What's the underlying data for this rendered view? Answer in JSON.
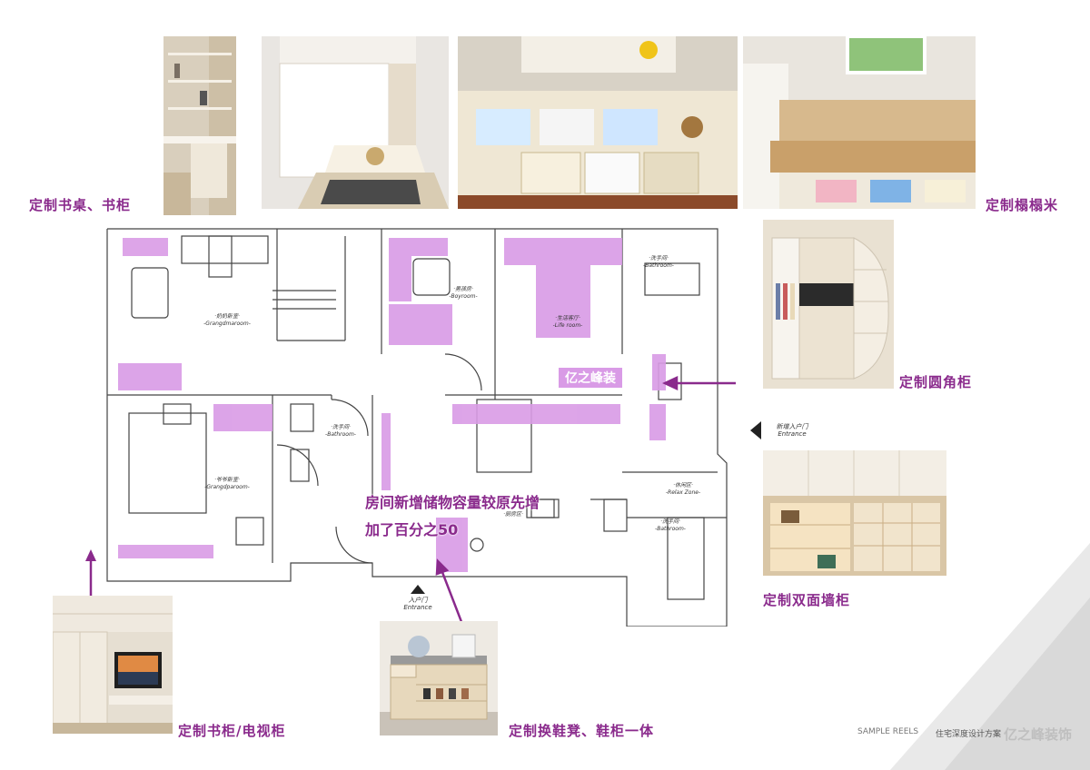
{
  "labels": {
    "desk": "定制书桌、书柜",
    "tatami": "定制榻榻米",
    "corner_cabinet": "定制圆角柜",
    "double_cabinet": "定制双面墙柜",
    "tv_cabinet": "定制书柜/电视柜",
    "shoe_bench": "定制换鞋凳、鞋柜一体"
  },
  "plan": {
    "rooms": {
      "grandmaroom_cn": "·奶奶卧室·",
      "grandmaroom_en": "-Grangdmaroom-",
      "boyroom_cn": "·男孩房·",
      "boyroom_en": "-Boyroom-",
      "liferoom_cn": "·生活客厅·",
      "liferoom_en": "-Life room-",
      "bathroom1_cn": "·洗手间·",
      "bathroom1_en": "-Bathroom-",
      "bathroom2_cn": "·洗手间·",
      "bathroom2_en": "-Bathroom-",
      "bathroom3_cn": "·洗手间·",
      "bathroom3_en": "-Bathroom-",
      "grandparoom_cn": "·爷爷卧室·",
      "grandparoom_en": "-Grangdparoom-",
      "relax_cn": "·休闲区·",
      "relax_en": "-Relax Zone-",
      "kitchen_cn": "·厨房区·"
    },
    "watermark": "亿之峰装"
  },
  "overlay": {
    "line1": "房间新增储物容量较原先增",
    "line2": "加了百分之50"
  },
  "entrances": {
    "side_cn": "新增入户门",
    "side_en": "Entrance",
    "bottom_cn": "入户门",
    "bottom_en": "Entrance"
  },
  "footer": {
    "reels": "SAMPLE REELS",
    "subtitle": "住宅深度设计方案",
    "brand": "亿之峰装饰"
  },
  "colors": {
    "accent": "#8a2a8c",
    "highlight": "#d99be6"
  }
}
